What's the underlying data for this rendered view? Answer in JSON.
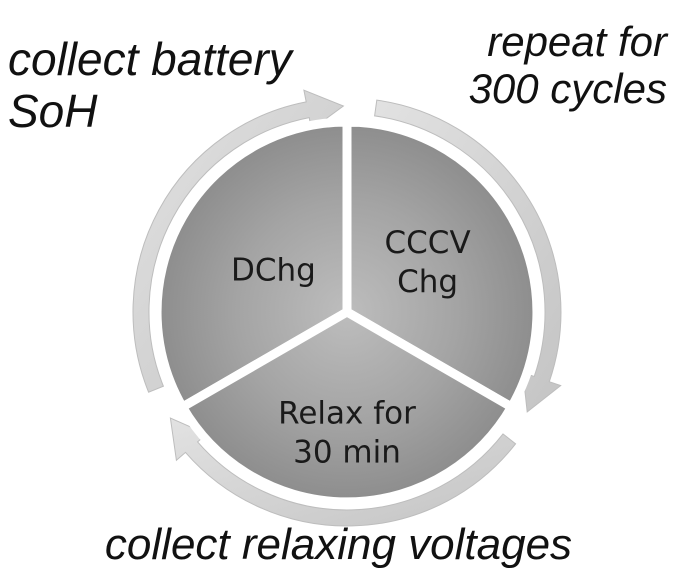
{
  "annotations": {
    "top_left": [
      "collect battery",
      "SoH"
    ],
    "top_right": [
      "repeat for",
      "300 cycles"
    ],
    "bottom": "collect relaxing voltages"
  },
  "segments": [
    {
      "id": "dchg",
      "lines": [
        "DChg"
      ]
    },
    {
      "id": "cccv",
      "lines": [
        "CCCV",
        "Chg"
      ]
    },
    {
      "id": "relax",
      "lines": [
        "Relax for",
        "30 min"
      ]
    }
  ],
  "colors": {
    "segment_fill": "#9b9b9b",
    "ring_arrow": "#d2d2d2",
    "text": "#111111"
  }
}
